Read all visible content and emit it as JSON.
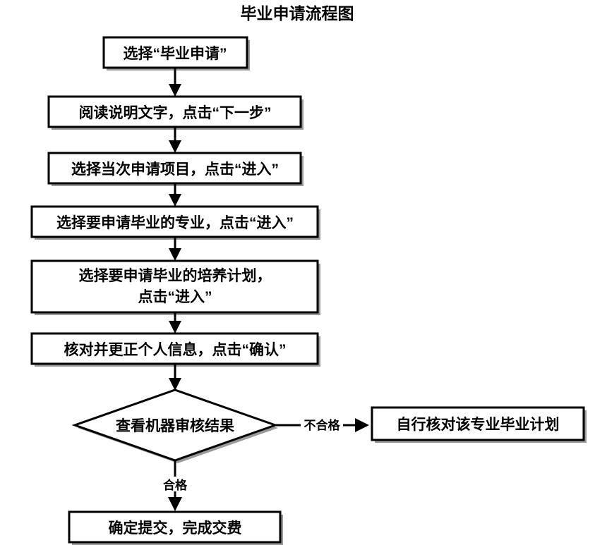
{
  "title": "毕业申请流程图",
  "diagram": {
    "type": "flowchart",
    "orientation": "top-to-bottom",
    "nodes": [
      {
        "id": "n1",
        "shape": "rectangle",
        "lines": [
          "选择“毕业申请”"
        ]
      },
      {
        "id": "n2",
        "shape": "rectangle",
        "lines": [
          "阅读说明文字，点击“下一步”"
        ]
      },
      {
        "id": "n3",
        "shape": "rectangle",
        "lines": [
          "选择当次申请项目，点击“进入”"
        ]
      },
      {
        "id": "n4",
        "shape": "rectangle",
        "lines": [
          "选择要申请毕业的专业，点击“进入”"
        ]
      },
      {
        "id": "n5",
        "shape": "rectangle",
        "lines": [
          "选择要申请毕业的培养计划，",
          "点击“进入”"
        ]
      },
      {
        "id": "n6",
        "shape": "rectangle",
        "lines": [
          "核对并更正个人信息，点击“确认”"
        ]
      },
      {
        "id": "n7",
        "shape": "diamond",
        "lines": [
          "查看机器审核结果"
        ]
      },
      {
        "id": "n8",
        "shape": "rectangle",
        "lines": [
          "自行核对该专业毕业计划"
        ]
      },
      {
        "id": "n9",
        "shape": "rectangle",
        "lines": [
          "确定提交，完成交费"
        ]
      }
    ],
    "edges": [
      {
        "id": "e1",
        "from": "n1",
        "to": "n2",
        "label": ""
      },
      {
        "id": "e2",
        "from": "n2",
        "to": "n3",
        "label": ""
      },
      {
        "id": "e3",
        "from": "n3",
        "to": "n4",
        "label": ""
      },
      {
        "id": "e4",
        "from": "n4",
        "to": "n5",
        "label": ""
      },
      {
        "id": "e5",
        "from": "n5",
        "to": "n6",
        "label": ""
      },
      {
        "id": "e6",
        "from": "n6",
        "to": "n7",
        "label": ""
      },
      {
        "id": "e7",
        "from": "n7",
        "to": "n8",
        "label": "不合格"
      },
      {
        "id": "e8",
        "from": "n7",
        "to": "n9",
        "label": "合格"
      }
    ]
  },
  "colors": {
    "background": "#ffffff",
    "stroke": "#000000",
    "shadow": "#9a9a9a",
    "text": "#000000"
  }
}
